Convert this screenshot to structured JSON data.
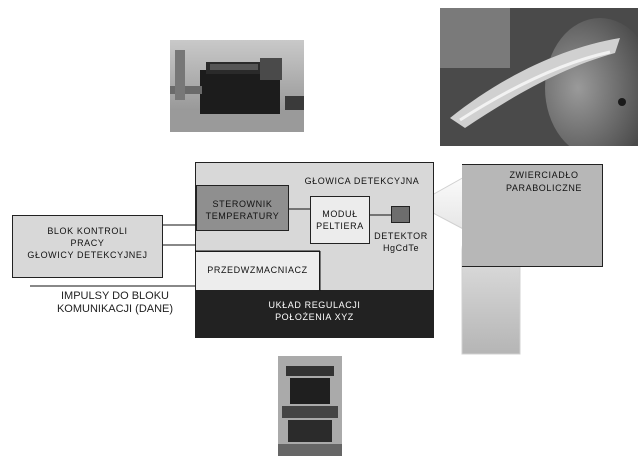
{
  "blocks": {
    "head": "GŁOWICA DETEKCYJNA",
    "temp_controller": [
      "STEROWNIK",
      "TEMPERATURY"
    ],
    "peltier": [
      "MODUŁ",
      "PELTIERA"
    ],
    "detector": [
      "DETEKTOR",
      "HgCdTe"
    ],
    "preamp": "PRZEDWZMACNIACZ",
    "xyz": [
      "UKŁAD REGULACJI",
      "POŁOŻENIA XYZ"
    ],
    "control": [
      "BLOK KONTROLI",
      "PRACY",
      "GŁOWICY DETEKCYJNEJ"
    ],
    "mirror": [
      "ZWIERCIADŁO",
      "PARABOLICZNE"
    ]
  },
  "pulses": [
    "IMPULSY DO BLOKU",
    "KOMUNIKACJI (DANE)"
  ],
  "colors": {
    "head_fill": "#d8d8d8",
    "temp_fill": "#8f8f8f",
    "xyz_fill": "#222222",
    "mirror_fill": "#b7b7b7",
    "detector_fill": "#6d6d6d"
  }
}
